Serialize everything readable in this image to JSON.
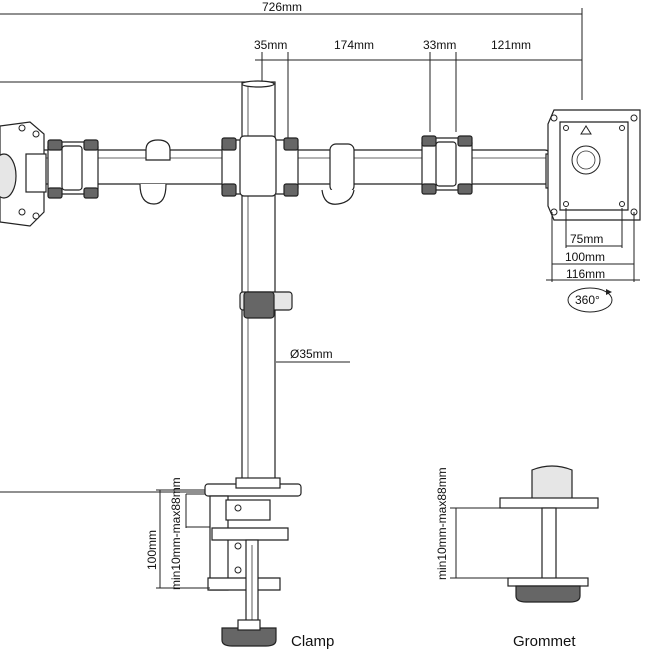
{
  "dimensions": {
    "total_width": "726mm",
    "seg_35": "35mm",
    "seg_174": "174mm",
    "seg_33": "33mm",
    "seg_121": "121mm",
    "vesa_75": "75mm",
    "vesa_100": "100mm",
    "vesa_116": "116mm",
    "rotation": "360°",
    "pole_diameter": "Ø35mm",
    "clamp_height": "100mm",
    "clamp_range": "min10mm-max88mm",
    "grommet_range": "min10mm-max88mm"
  },
  "captions": {
    "clamp": "Clamp",
    "grommet": "Grommet"
  }
}
